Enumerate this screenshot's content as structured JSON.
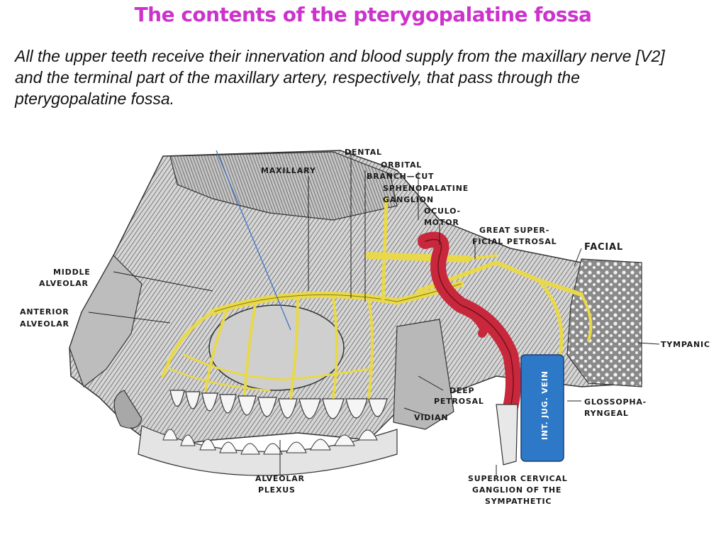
{
  "slide": {
    "title": "The contents of the pterygopalatine fossa",
    "body": "All the upper teeth receive their innervation and blood supply from the maxillary nerve [V2] and the terminal part of the maxillary artery, respectively, that pass through the pterygopalatine fossa."
  },
  "figure": {
    "labels": {
      "dental": "DENTAL",
      "maxillary": "MAXILLARY",
      "orbital": "ORBITAL",
      "branch_cut": "BRANCH—CUT",
      "sphenopalatine": "SPHENOPALATINE",
      "ganglion": "GANGLION",
      "oculo": "OCULO-",
      "motor": "MOTOR",
      "great_super": "GREAT SUPER-",
      "ficial_petrosal": "FICIAL PETROSAL",
      "facial": "FACIAL",
      "middle": "MIDDLE",
      "alveolar_1": "ALVEOLAR",
      "anterior": "ANTERIOR",
      "alveolar_2": "ALVEOLAR",
      "tympanic": "TYMPANIC",
      "deep": "DEEP",
      "petrosal": "PETROSAL",
      "vidian": "VIDIAN",
      "glossopha": "GLOSSOPHA-",
      "ryngeal": "RYNGEAL",
      "int_jug_vein": "INT. JUG. VEIN",
      "alveolar_3": "ALVEOLAR",
      "plexus": "PLEXUS",
      "superior_cervical": "SUPERIOR CERVICAL",
      "ganglion_of_the": "GANGLION OF THE",
      "sympathetic": "SYMPATHETIC"
    },
    "colors": {
      "nerve": "#e8d84a",
      "artery": "#c8283c",
      "vein": "#2e78c8",
      "bone": "#9a9a9a"
    }
  }
}
